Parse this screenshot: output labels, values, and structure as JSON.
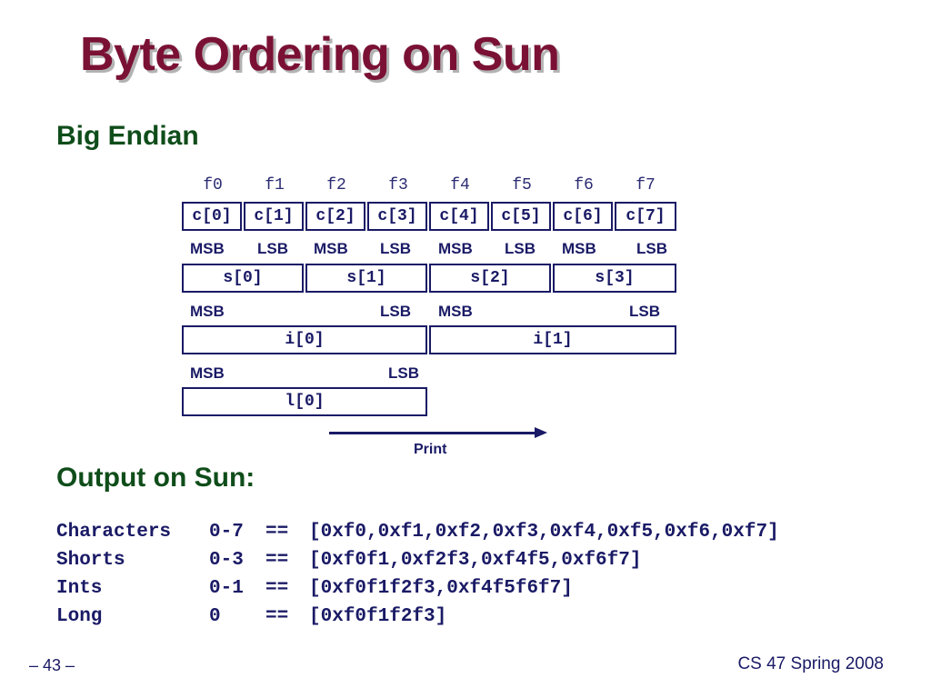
{
  "title": "Byte Ordering on Sun",
  "section1": "Big Endian",
  "addresses": [
    "f0",
    "f1",
    "f2",
    "f3",
    "f4",
    "f5",
    "f6",
    "f7"
  ],
  "chars": [
    "c[0]",
    "c[1]",
    "c[2]",
    "c[3]",
    "c[4]",
    "c[5]",
    "c[6]",
    "c[7]"
  ],
  "char_labels": [
    "MSB",
    "LSB",
    "MSB",
    "LSB",
    "MSB",
    "LSB",
    "MSB",
    "LSB"
  ],
  "shorts": [
    "s[0]",
    "s[1]",
    "s[2]",
    "s[3]"
  ],
  "short_labels": [
    "MSB",
    "LSB",
    "MSB",
    "LSB"
  ],
  "ints": [
    "i[0]",
    "i[1]"
  ],
  "long_labels": [
    "MSB",
    "LSB"
  ],
  "longs": [
    "l[0]"
  ],
  "print_label": "Print",
  "section2": "Output on Sun:",
  "output": [
    {
      "type": "Characters",
      "range": "0-7",
      "op": "==",
      "value": "[0xf0,0xf1,0xf2,0xf3,0xf4,0xf5,0xf6,0xf7]"
    },
    {
      "type": "Shorts",
      "range": "0-3",
      "op": "==",
      "value": "[0xf0f1,0xf2f3,0xf4f5,0xf6f7]"
    },
    {
      "type": "Ints",
      "range": "0-1",
      "op": "==",
      "value": "[0xf0f1f2f3,0xf4f5f6f7]"
    },
    {
      "type": "Long",
      "range": "0",
      "op": "==",
      "value": "[0xf0f1f2f3]"
    }
  ],
  "footer": {
    "page": "– 43 –",
    "course": "CS 47 Spring 2008"
  }
}
